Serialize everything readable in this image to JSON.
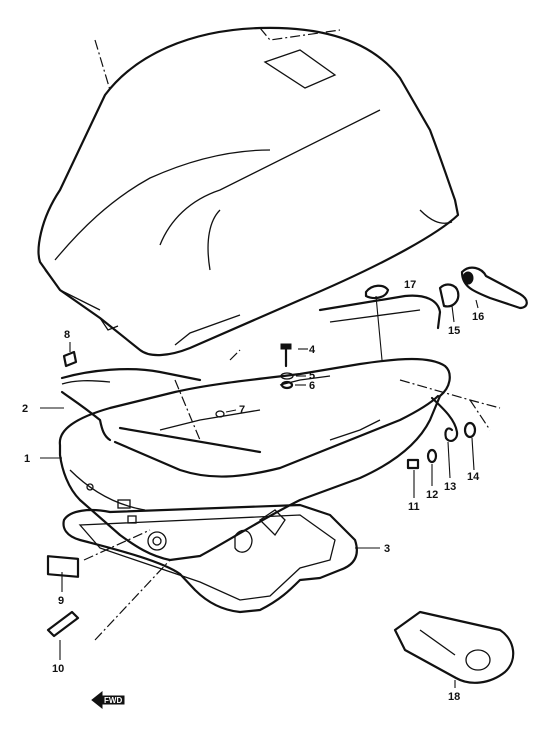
{
  "callouts": [
    {
      "id": "1",
      "label": "1"
    },
    {
      "id": "2",
      "label": "2"
    },
    {
      "id": "3",
      "label": "3"
    },
    {
      "id": "4",
      "label": "4"
    },
    {
      "id": "5",
      "label": "5"
    },
    {
      "id": "6",
      "label": "6"
    },
    {
      "id": "7",
      "label": "7"
    },
    {
      "id": "8",
      "label": "8"
    },
    {
      "id": "9",
      "label": "9"
    },
    {
      "id": "10",
      "label": "10"
    },
    {
      "id": "11",
      "label": "11"
    },
    {
      "id": "12",
      "label": "12"
    },
    {
      "id": "13",
      "label": "13"
    },
    {
      "id": "14",
      "label": "14"
    },
    {
      "id": "15",
      "label": "15"
    },
    {
      "id": "16",
      "label": "16"
    },
    {
      "id": "17",
      "label": "17"
    },
    {
      "id": "18",
      "label": "18"
    }
  ],
  "direction_marker": {
    "label": "FWD",
    "icon": "forward-arrow-icon"
  }
}
